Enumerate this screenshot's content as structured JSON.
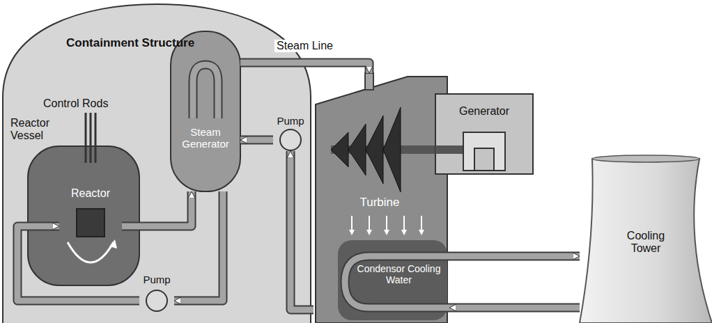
{
  "diagram": {
    "nodes": [
      {
        "text": [
          "Containment Structure"
        ]
      },
      {
        "text": [
          "Reactor Vessel"
        ],
        "in": 0
      },
      {
        "text": [
          "Reactor"
        ],
        "in": 1
      },
      {
        "text": [
          "Steam Generator"
        ],
        "in": 0
      },
      {
        "text": [
          "Pump"
        ],
        "in": 0
      },
      {
        "text": [
          "Pump"
        ],
        "in": 0
      },
      {
        "text": [
          "Turbine"
        ]
      },
      {
        "text": [
          "Generator"
        ]
      },
      {
        "text": [
          "Cooling Tower"
        ]
      }
    ],
    "edges": [
      {
        "from": 2,
        "to": 3,
        "arrow": "to"
      },
      {
        "from": 3,
        "to": 4,
        "arrow": "to"
      },
      {
        "from": 4,
        "to": 2,
        "arrow": "to"
      },
      {
        "from": 3,
        "to": 6,
        "label": "Steam Line",
        "arrow": "to"
      },
      {
        "from": 6,
        "to": 5,
        "arrow": "to"
      },
      {
        "from": 5,
        "to": 3,
        "arrow": "to"
      },
      {
        "from": 6,
        "to": 8,
        "arrow": "to"
      },
      {
        "from": 8,
        "to": 6,
        "arrow": "to"
      }
    ],
    "labels": [
      "Control Rods",
      "Condensor Cooling Water"
    ]
  }
}
